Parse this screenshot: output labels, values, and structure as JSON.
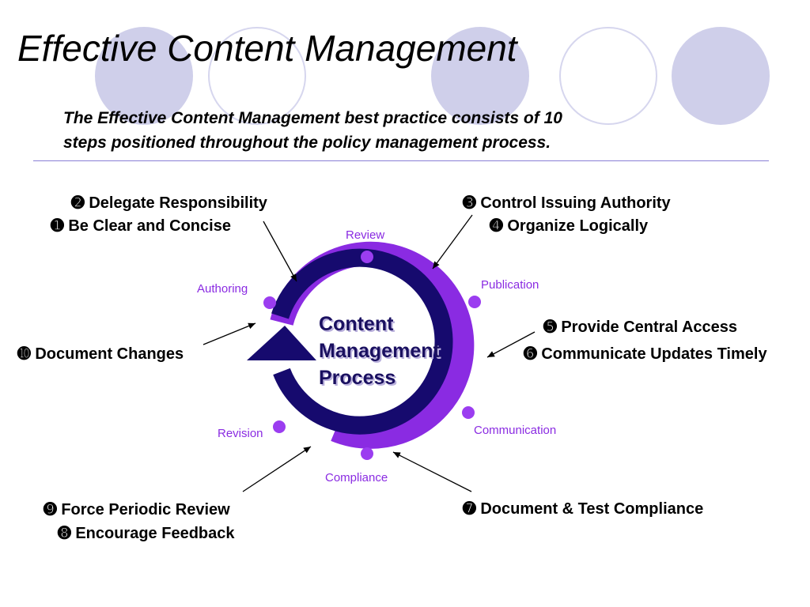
{
  "slide": {
    "title": "Effective Content Management",
    "subtitle_lines": [
      "The Effective Content Management best practice consists of 10",
      "steps positioned throughout the policy management process."
    ]
  },
  "diagram": {
    "center_lines": [
      "Content",
      "Management",
      "Process"
    ],
    "stages": {
      "review": "Review",
      "publication": "Publication",
      "authoring": "Authoring",
      "communication": "Communication",
      "revision": "Revision",
      "compliance": "Compliance"
    },
    "steps": {
      "s1": "➊ Be Clear and Concise",
      "s2": "➋ Delegate Responsibility",
      "s3": "➌ Control Issuing Authority",
      "s4": "➍ Organize Logically",
      "s5": "➎ Provide Central Access",
      "s6": "➏ Communicate Updates Timely",
      "s7": "➐ Document & Test Compliance",
      "s8": "➑ Encourage Feedback",
      "s9": "➒ Force Periodic Review",
      "s10": "➓ Document Changes"
    },
    "colors": {
      "ring_dark": "#160a6e",
      "ring_light": "#8a2be2",
      "stage_dot": "#9b3df0",
      "stage_text": "#8a2be2"
    }
  }
}
